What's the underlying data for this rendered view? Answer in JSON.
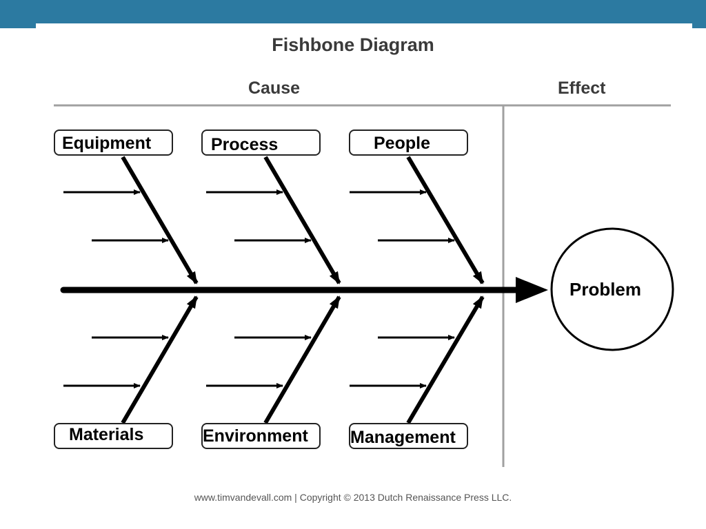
{
  "title": "Fishbone Diagram",
  "headings": {
    "cause": "Cause",
    "effect": "Effect"
  },
  "categories": {
    "top": [
      "Equipment",
      "Process",
      "People"
    ],
    "bottom": [
      "Materials",
      "Environment",
      "Management"
    ]
  },
  "effect_label": "Problem",
  "footer": "www.timvandevall.com | Copyright © 2013 Dutch Renaissance Press LLC.",
  "colors": {
    "banner": "#2c7aa1",
    "lines": "#000000",
    "divider": "#a0a0a0"
  }
}
